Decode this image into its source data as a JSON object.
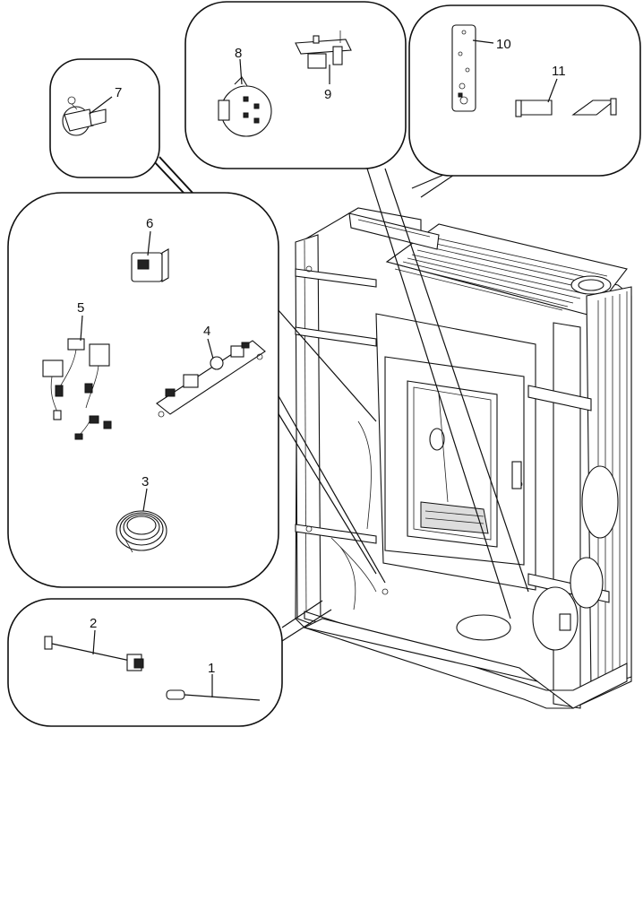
{
  "callouts": [
    {
      "id": "p1",
      "label": "1"
    },
    {
      "id": "p2",
      "label": "2"
    },
    {
      "id": "p3",
      "label": "3"
    },
    {
      "id": "p4",
      "label": "4"
    },
    {
      "id": "p5",
      "label": "5"
    },
    {
      "id": "p6",
      "label": "6"
    },
    {
      "id": "p7",
      "label": "7"
    },
    {
      "id": "p8",
      "label": "8"
    },
    {
      "id": "p9",
      "label": "9"
    },
    {
      "id": "p10",
      "label": "10"
    },
    {
      "id": "p11",
      "label": "11"
    }
  ]
}
